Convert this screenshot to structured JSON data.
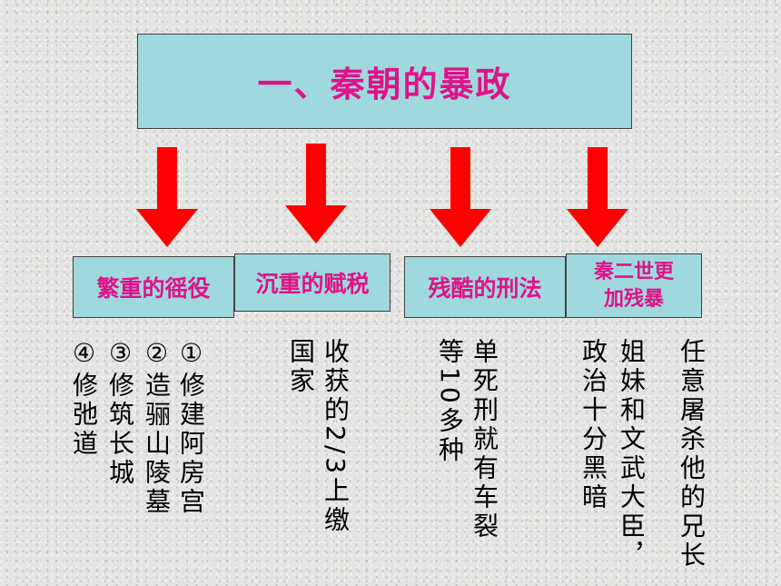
{
  "title": "一、秦朝的暴政",
  "categories": [
    {
      "label": "繁重的徭役",
      "items": [
        "①修建阿房宫",
        "②造骊山陵墓",
        "③修筑长城",
        "④修弛道"
      ]
    },
    {
      "label": "沉重的赋税",
      "items": [
        "收获的2/3上缴",
        "国家"
      ]
    },
    {
      "label": "残酷的刑法",
      "items": [
        "单死刑就有车裂",
        "等10多种"
      ]
    },
    {
      "label": "秦二世更加残暴",
      "label_lines": [
        "秦二世更",
        "加残暴"
      ],
      "items": [
        "任意屠杀他的兄长",
        "姐妹和文武大臣，",
        "政治十分黑暗"
      ]
    }
  ],
  "colors": {
    "box_fill": "#9fd9dd",
    "label_text": "#e0128a",
    "arrow": "#ff0000"
  }
}
